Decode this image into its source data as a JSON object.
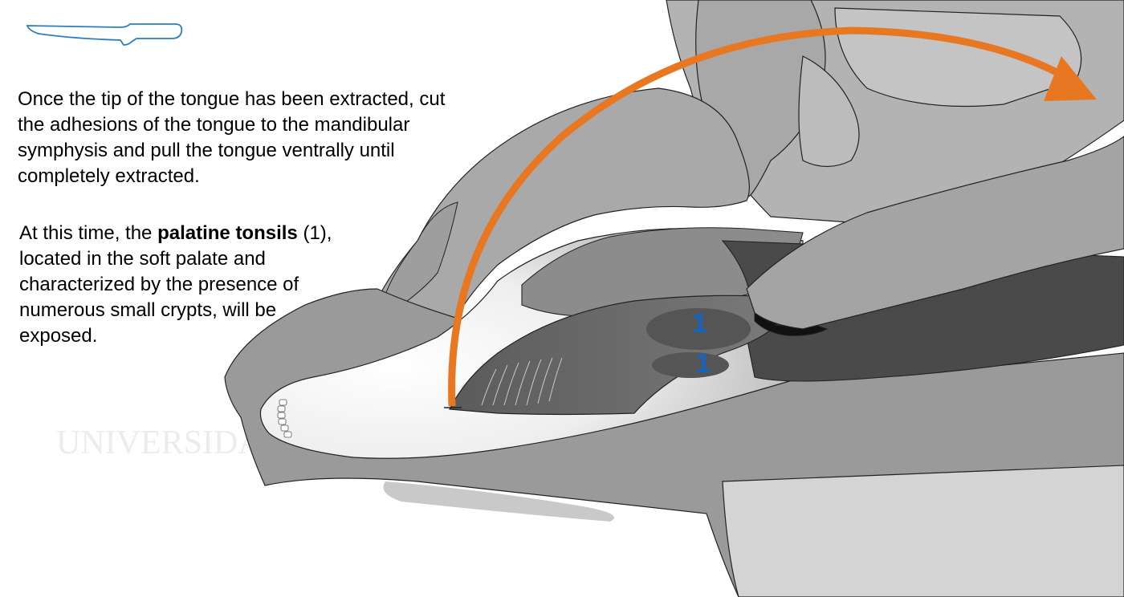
{
  "instructions": {
    "paragraph1": "Once the tip of the tongue has been extracted, cut the adhesions of the tongue to the mandibular symphysis and pull the tongue ventrally until completely extracted.",
    "paragraph2_pre": "At this time, the ",
    "paragraph2_bold": "palatine tonsils",
    "paragraph2_post": " (1), located in the soft palate and characterized by the presence of numerous small crypts, will be exposed."
  },
  "labels": {
    "tonsil_upper": "1",
    "tonsil_lower": "1"
  },
  "watermark": "UNIVERSIDAD DE CÓRDOBA",
  "tool_icon": "knife-icon",
  "colors": {
    "arrow": "#e87722",
    "label": "#1565c0",
    "knife_outline": "#2a7fc0"
  }
}
